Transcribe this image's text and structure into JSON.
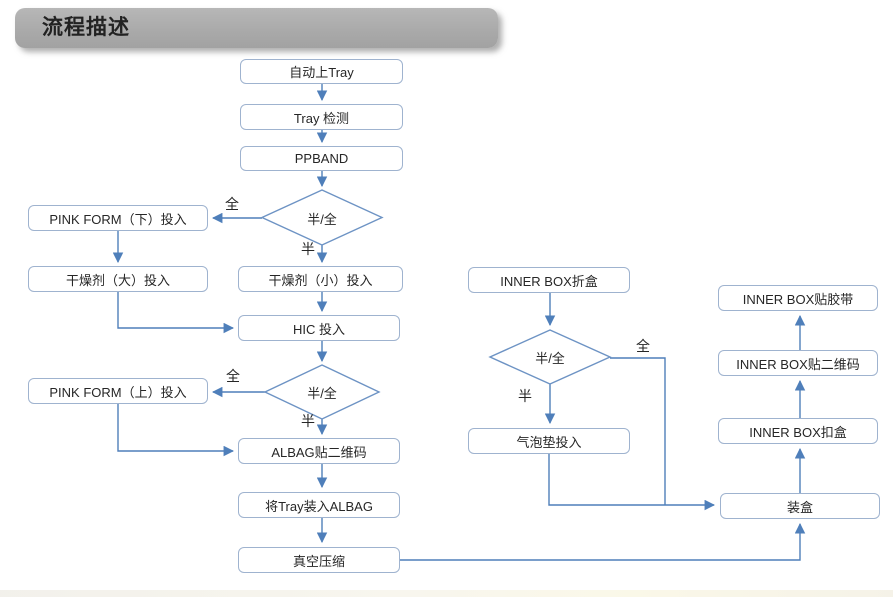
{
  "title": "流程描述",
  "decision_label": "半/全",
  "branch_labels": {
    "full": "全",
    "half": "半"
  },
  "colors": {
    "line": "#4f7fba",
    "box_border": "#9fb3cf",
    "diamond_border": "#6d93c4",
    "banner_fill": "#ababab",
    "text": "#262626"
  },
  "nodes": {
    "auto_tray": "自动上Tray",
    "tray_check": "Tray 检测",
    "ppband": "PPBAND",
    "pink_form_down": "PINK FORM（下）投入",
    "desiccant_large": "干燥剂（大）投入",
    "desiccant_small": "干燥剂（小）投入",
    "hic": "HIC 投入",
    "pink_form_up": "PINK FORM（上）投入",
    "albag_qr": "ALBAG贴二维码",
    "tray_into_albag": "将Tray装入ALBAG",
    "vacuum": "真空压缩",
    "inner_fold": "INNER BOX折盒",
    "bubble_pad": "气泡垫投入",
    "inner_tape": "INNER BOX贴胶带",
    "inner_qr": "INNER BOX贴二维码",
    "inner_lock": "INNER BOX扣盒",
    "pack_box": "装盒"
  }
}
